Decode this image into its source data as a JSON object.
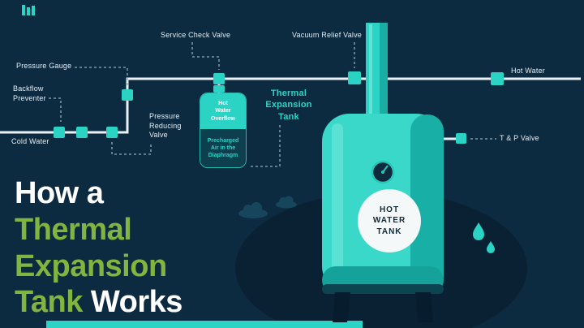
{
  "colors": {
    "background_navy": "#0d2b40",
    "blob_navy": "#0a2133",
    "accent_teal": "#2bd3c5",
    "tank_teal": "#3ad8c9",
    "tank_shade": "#18b0a6",
    "brand_green": "#82b440",
    "pipe_white": "#e9f1f4",
    "label_white": "#e6eef2"
  },
  "title": {
    "line1": "How a",
    "line2": "Thermal",
    "line3": "Expansion",
    "line4_green": "Tank",
    "line4_white": " Works"
  },
  "labels": {
    "pressure_gauge": "Pressure Gauge",
    "backflow_preventer": "Backflow\nPreventer",
    "cold_water": "Cold Water",
    "pressure_reducing_valve": "Pressure\nReducing\nValve",
    "service_check_valve": "Service Check Valve",
    "vacuum_relief_valve": "Vacuum Relief Valve",
    "thermal_expansion_tank": "Thermal\nExpansion\nTank",
    "hot_water": "Hot Water",
    "tp_valve": "T & P Valve",
    "expansion_top": "Hot\nWater\nOverflow",
    "expansion_bottom": "Precharged\nAir in the\nDiaphragm",
    "hot_water_tank": "HOT\nWATER\nTANK"
  }
}
